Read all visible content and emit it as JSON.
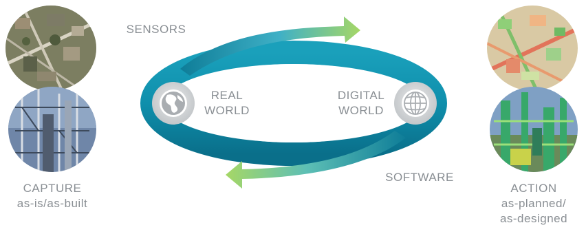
{
  "diagram": {
    "flow_labels": {
      "top": "SENSORS",
      "bottom": "SOFTWARE"
    },
    "nodes": {
      "left": {
        "line1": "REAL",
        "line2": "WORLD",
        "icon": "globe-americas-icon"
      },
      "right": {
        "line1": "DIGITAL",
        "line2": "WORLD",
        "icon": "wireframe-globe-icon"
      }
    },
    "capture": {
      "title": "CAPTURE",
      "subtitle": "as-is/as-built",
      "images": [
        "aerial-city-photo",
        "industrial-structure-photo"
      ]
    },
    "action": {
      "title": "ACTION",
      "subtitle_line1": "as-planned/",
      "subtitle_line2": "as-designed",
      "images": [
        "colorized-map-photo",
        "plant-model-render"
      ]
    },
    "colors": {
      "loop": "#1596b2",
      "loop_dark": "#0b6f88",
      "arrow_green": "#9bd060",
      "label_gray": "#8a8f94"
    }
  }
}
